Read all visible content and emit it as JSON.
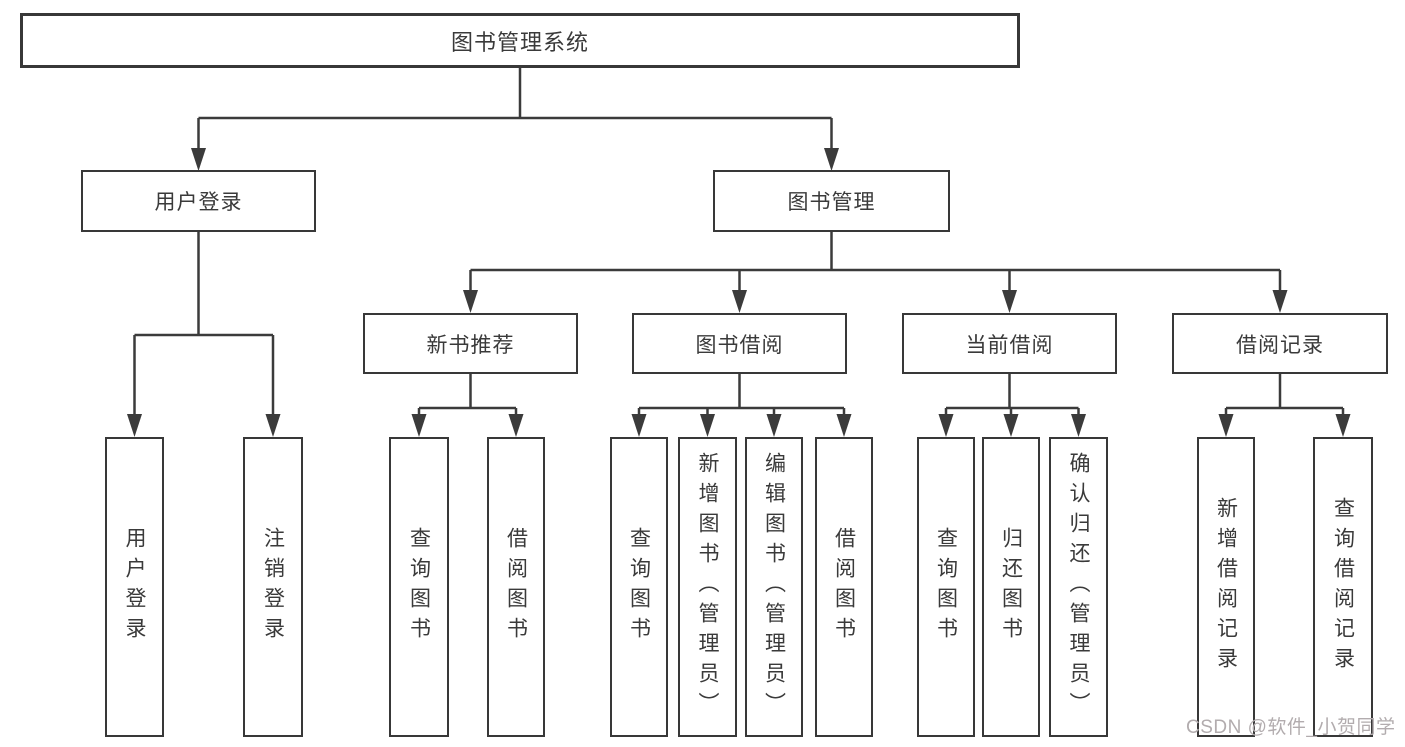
{
  "root": {
    "label": "图书管理系统"
  },
  "level2": [
    {
      "label": "用户登录",
      "children": [
        {
          "label": "用户登录"
        },
        {
          "label": "注销登录"
        }
      ]
    },
    {
      "label": "图书管理"
    }
  ],
  "modules": [
    {
      "label": "新书推荐",
      "children": [
        {
          "label": "查询图书"
        },
        {
          "label": "借阅图书"
        }
      ]
    },
    {
      "label": "图书借阅",
      "children": [
        {
          "label": "查询图书"
        },
        {
          "label": "新增图书（管理员）"
        },
        {
          "label": "编辑图书（管理员）"
        },
        {
          "label": "借阅图书"
        }
      ]
    },
    {
      "label": "当前借阅",
      "children": [
        {
          "label": "查询图书"
        },
        {
          "label": "归还图书"
        },
        {
          "label": "确认归还（管理员）"
        }
      ]
    },
    {
      "label": "借阅记录",
      "children": [
        {
          "label": "新增借阅记录"
        },
        {
          "label": "查询借阅记录"
        }
      ]
    }
  ],
  "watermark": {
    "text": "CSDN @软件_小贺同学"
  },
  "colors": {
    "line": "#3b3b3b",
    "border": "#383838",
    "text": "#3a3a3a",
    "watermark_text": "#b2acae",
    "background": "#ffffff"
  }
}
